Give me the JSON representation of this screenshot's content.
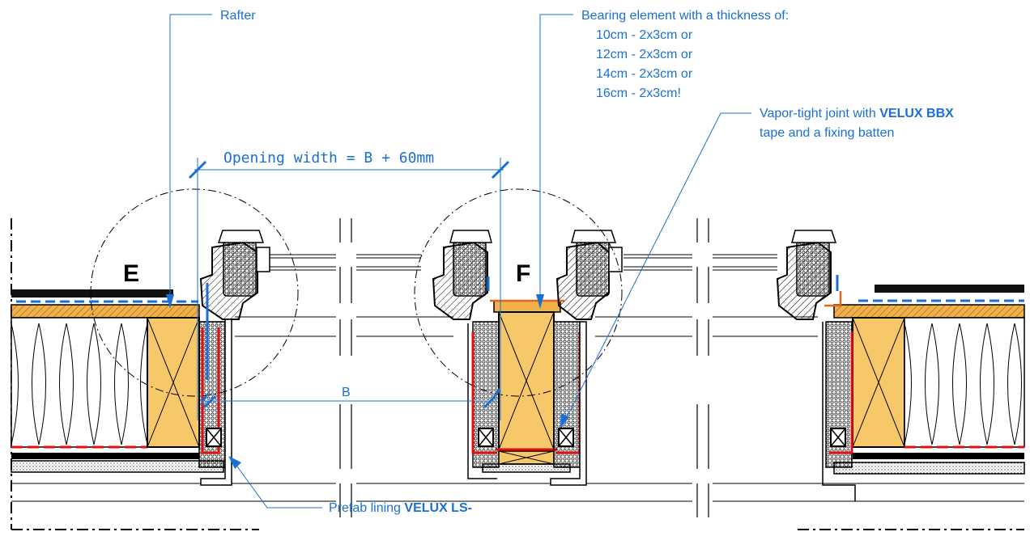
{
  "colors": {
    "annotation": "#1a6fd4",
    "wood": "#f6c86a",
    "board": "#f2b04a",
    "membrane": "#e01010",
    "line": "#000000"
  },
  "labels": {
    "rafter": "Rafter",
    "bearing_title": "Bearing element with a thickness of:",
    "bearing_lines": [
      "10cm - 2x3cm or",
      "12cm - 2x3cm or",
      "14cm - 2x3cm or",
      "16cm - 2x3cm!"
    ],
    "vapor_prefix": "Vapor-tight joint with ",
    "vapor_bold": "VELUX BBX",
    "vapor_line2": "tape and a fixing batten",
    "opening_width": "Opening width = B + 60mm",
    "dimension_b": "B",
    "detail_e": "E",
    "detail_f": "F",
    "prefab_prefix": "Prefab lining ",
    "prefab_bold": "VELUX LS-"
  }
}
